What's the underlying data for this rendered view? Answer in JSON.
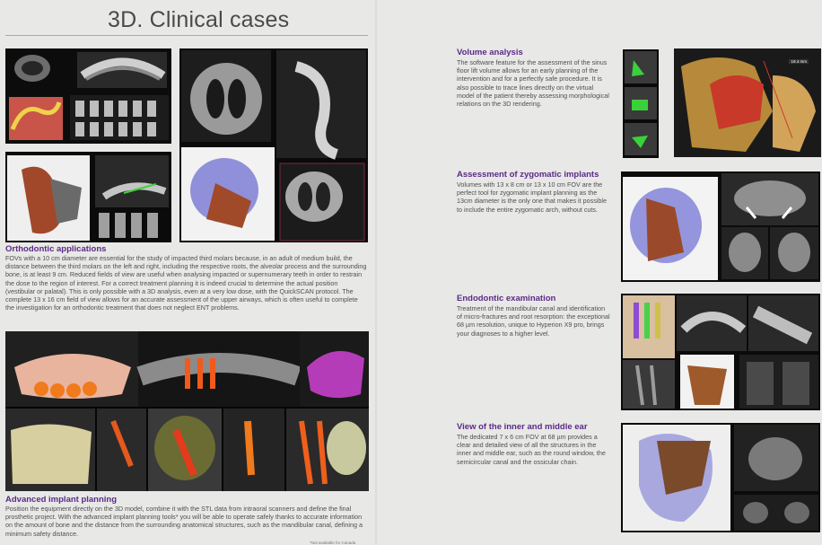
{
  "page_title": "3D. Clinical cases",
  "sections": {
    "orthodontic": {
      "heading": "Orthodontic applications",
      "text": "FOVs with a 10 cm diameter are essential for the study of impacted third molars because, in an adult of medium build, the distance between the third molars on the left and right, including the respective roots, the alveolar process and the surrounding bone, is at least 9 cm. Reduced fields of view are useful when analysing impacted or supernumerary teeth in order to restrain the dose to the region of interest. For a correct treatment planning it is indeed crucial to determine the actual position (vestibular or palatal). This is only possible with a 3D analysis, even at a very low dose, with the QuickSCAN protocol. The complete 13 x 16 cm field of view allows for an accurate assessment of the upper airways, which is often useful to complete the investigation for an orthodontic treatment that does not neglect ENT problems."
    },
    "implant": {
      "heading": "Advanced implant planning",
      "text": "Position the equipment directly on the 3D model, combine it with the STL data from intraoral scanners and define the final prosthetic project. With the advanced implant planning tools* you will be able to operate safely thanks to accurate information on the amount of bone and the distance from the surrounding anatomical structures, such as the mandibular canal, defining a minimum safety distance.",
      "footnote": "*Not available for Canada"
    },
    "volume": {
      "heading": "Volume analysis",
      "text": "The software feature for the assessment of the sinus floor lift volume allows for an early planning of the intervention and for a perfectly safe procedure. It is also possible to trace lines directly on the virtual model of the patient thereby assessing morphological relations on the 3D rendering."
    },
    "zygomatic": {
      "heading": "Assessment of zygomatic implants",
      "text": "Volumes with 13 x 8 cm or 13 x 10 cm FOV are the perfect tool for zygomatic implant planning as the 13cm diameter is the only one that makes it possible to include the entire zygomatic arch, without cuts."
    },
    "endodontic": {
      "heading": "Endodontic examination",
      "text": "Treatment of the mandibular canal and identification of micro-fractures and root resorption: the exceptional 68 µm resolution, unique to Hyperion X9 pro, brings your diagnoses to a higher level."
    },
    "ear": {
      "heading": "View of the inner and middle ear",
      "text": "The dedicated 7 x 6 cm FOV at 68 µm provides a clear and detailed view of all the structures in the inner and middle ear, such as the round window, the semicircular canal and the ossicular chain."
    }
  },
  "image_labels": {
    "volume_measure": "19.4 mm"
  }
}
